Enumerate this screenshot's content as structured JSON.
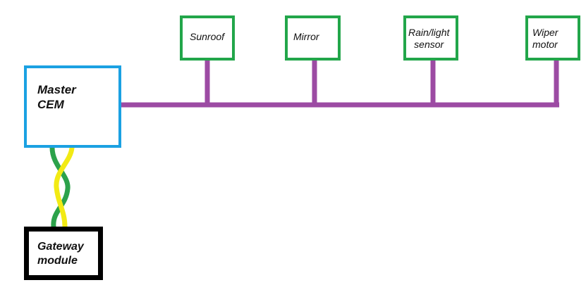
{
  "master": {
    "line1": "Master",
    "line2": "CEM"
  },
  "gateway": {
    "line1": "Gateway",
    "line2": "module"
  },
  "nodes": [
    {
      "line1": "Sunroof"
    },
    {
      "line1": "Mirror"
    },
    {
      "line1": "Rain/light",
      "line2": "sensor"
    },
    {
      "line1": "Wiper",
      "line2": "motor"
    }
  ],
  "colors": {
    "bus": "#9c4ba3",
    "master_border": "#1ba1e2",
    "node_border": "#22a64a",
    "gateway_border": "#000000",
    "twisted_pair_a": "#2ca24b",
    "twisted_pair_b": "#f2ea14"
  }
}
